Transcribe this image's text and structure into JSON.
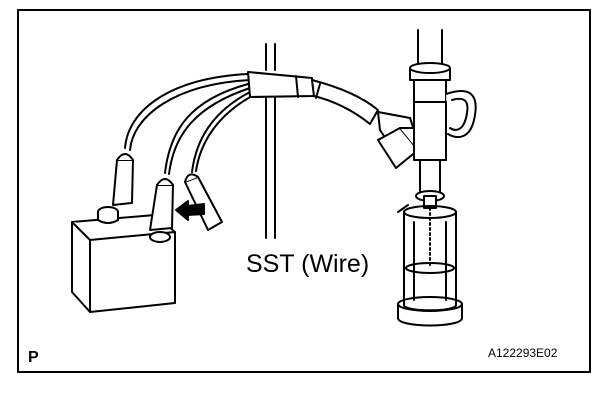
{
  "labels": {
    "sst": "SST (Wire)",
    "corner_mark": "P",
    "figure_id": "A122293E02"
  }
}
